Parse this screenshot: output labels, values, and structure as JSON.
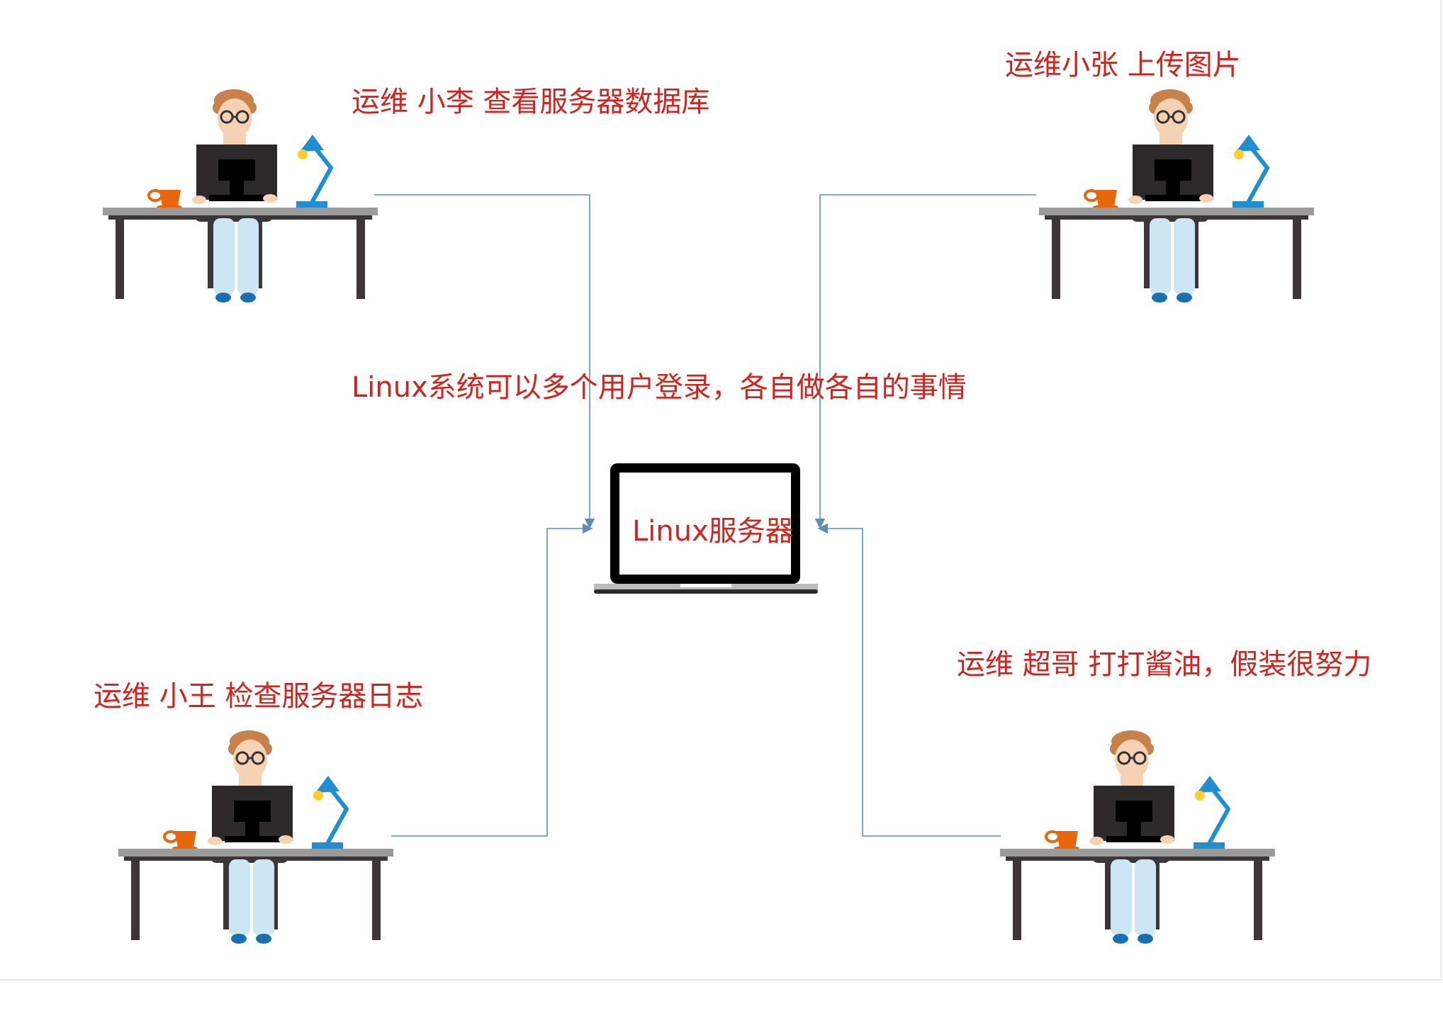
{
  "labels": {
    "li": "运维 小李 查看服务器数据库",
    "zhang": "运维小张 上传图片",
    "center": "Linux系统可以多个用户登录，各自做各自的事情",
    "server": "Linux服务器",
    "wang": "运维 小王 检查服务器日志",
    "chao": "运维 超哥 打打酱油，假装很努力"
  },
  "colors": {
    "label_text": "#d2231d",
    "connector": "#5f8fb5",
    "desk_top": "#9b9b9b",
    "desk_legs": "#3d3638",
    "monitor": "#2e2a2b",
    "lamp": "#1f8fd1",
    "cup": "#e8660c",
    "shirt": "#5a3b78",
    "pants": "#cde6f3",
    "shoes": "#1a6fb0",
    "hair": "#c9814a",
    "skin": "#f6d2b4"
  },
  "icons": {
    "workstation": "office-worker-at-desk-icon",
    "server": "laptop-icon"
  }
}
